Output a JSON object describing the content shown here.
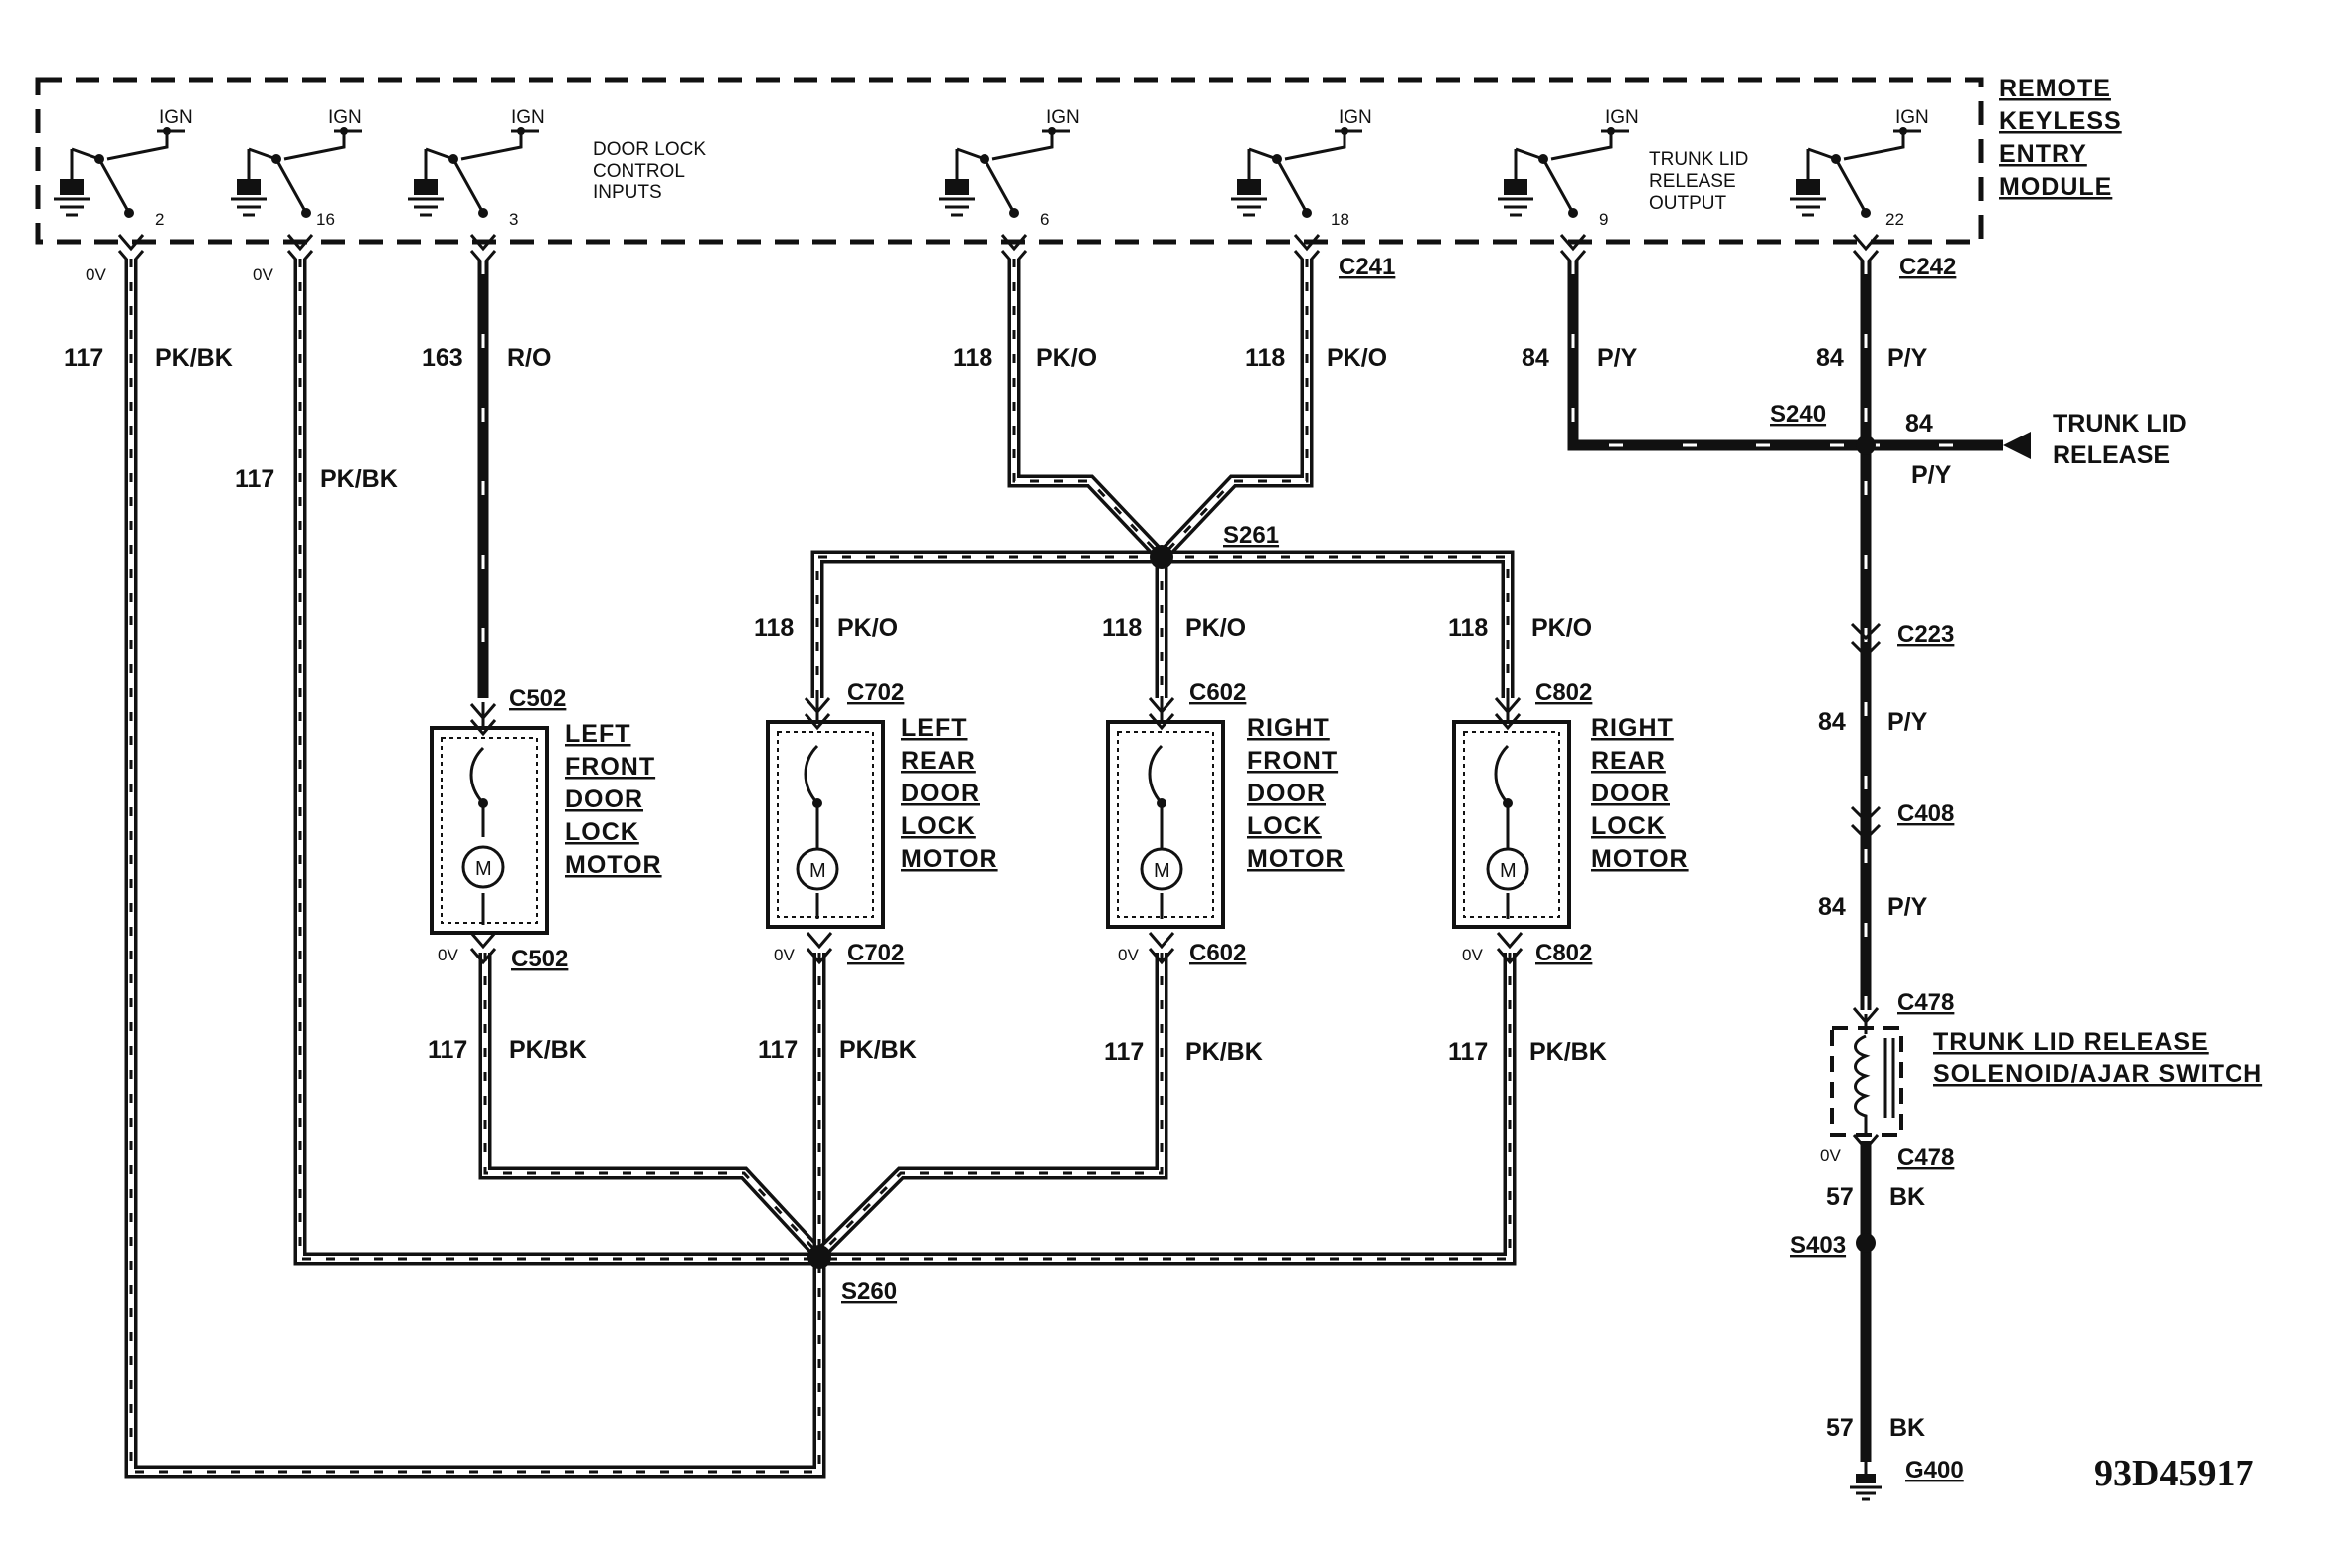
{
  "module": {
    "title_lines": [
      "REMOTE",
      "KEYLESS",
      "ENTRY",
      "MODULE"
    ],
    "door_lock_inputs_lines": [
      "DOOR LOCK",
      "CONTROL",
      "INPUTS"
    ],
    "trunk_output_lines": [
      "TRUNK LID",
      "RELEASE",
      "OUTPUT"
    ],
    "ign_label": "IGN",
    "pins": [
      "2",
      "16",
      "3",
      "6",
      "18",
      "9",
      "22"
    ]
  },
  "voltage_label": "0V",
  "connectors": {
    "c241": "C241",
    "c242": "C242",
    "c502": "C502",
    "c702": "C702",
    "c602": "C602",
    "c802": "C802",
    "c223": "C223",
    "c408": "C408",
    "c478": "C478"
  },
  "splices": {
    "s240": "S240",
    "s261": "S261",
    "s260": "S260",
    "s403": "S403"
  },
  "ground": "G400",
  "circuits": {
    "c117": "117",
    "pkbk": "PK/BK",
    "c163": "163",
    "ro": "R/O",
    "c118": "118",
    "pko": "PK/O",
    "c84": "84",
    "py": "P/Y",
    "c57": "57",
    "bk": "BK"
  },
  "trunk_release_lines": [
    "TRUNK LID",
    "RELEASE"
  ],
  "motors": [
    {
      "lines": [
        "LEFT",
        "FRONT",
        "DOOR",
        "LOCK",
        "MOTOR"
      ]
    },
    {
      "lines": [
        "LEFT",
        "REAR",
        "DOOR",
        "LOCK",
        "MOTOR"
      ]
    },
    {
      "lines": [
        "RIGHT",
        "FRONT",
        "DOOR",
        "LOCK",
        "MOTOR"
      ]
    },
    {
      "lines": [
        "RIGHT",
        "REAR",
        "DOOR",
        "LOCK",
        "MOTOR"
      ]
    }
  ],
  "motor_symbol": "M",
  "solenoid_lines": [
    "TRUNK LID RELEASE",
    "SOLENOID/AJAR SWITCH"
  ],
  "diagram_id": "93D45917"
}
